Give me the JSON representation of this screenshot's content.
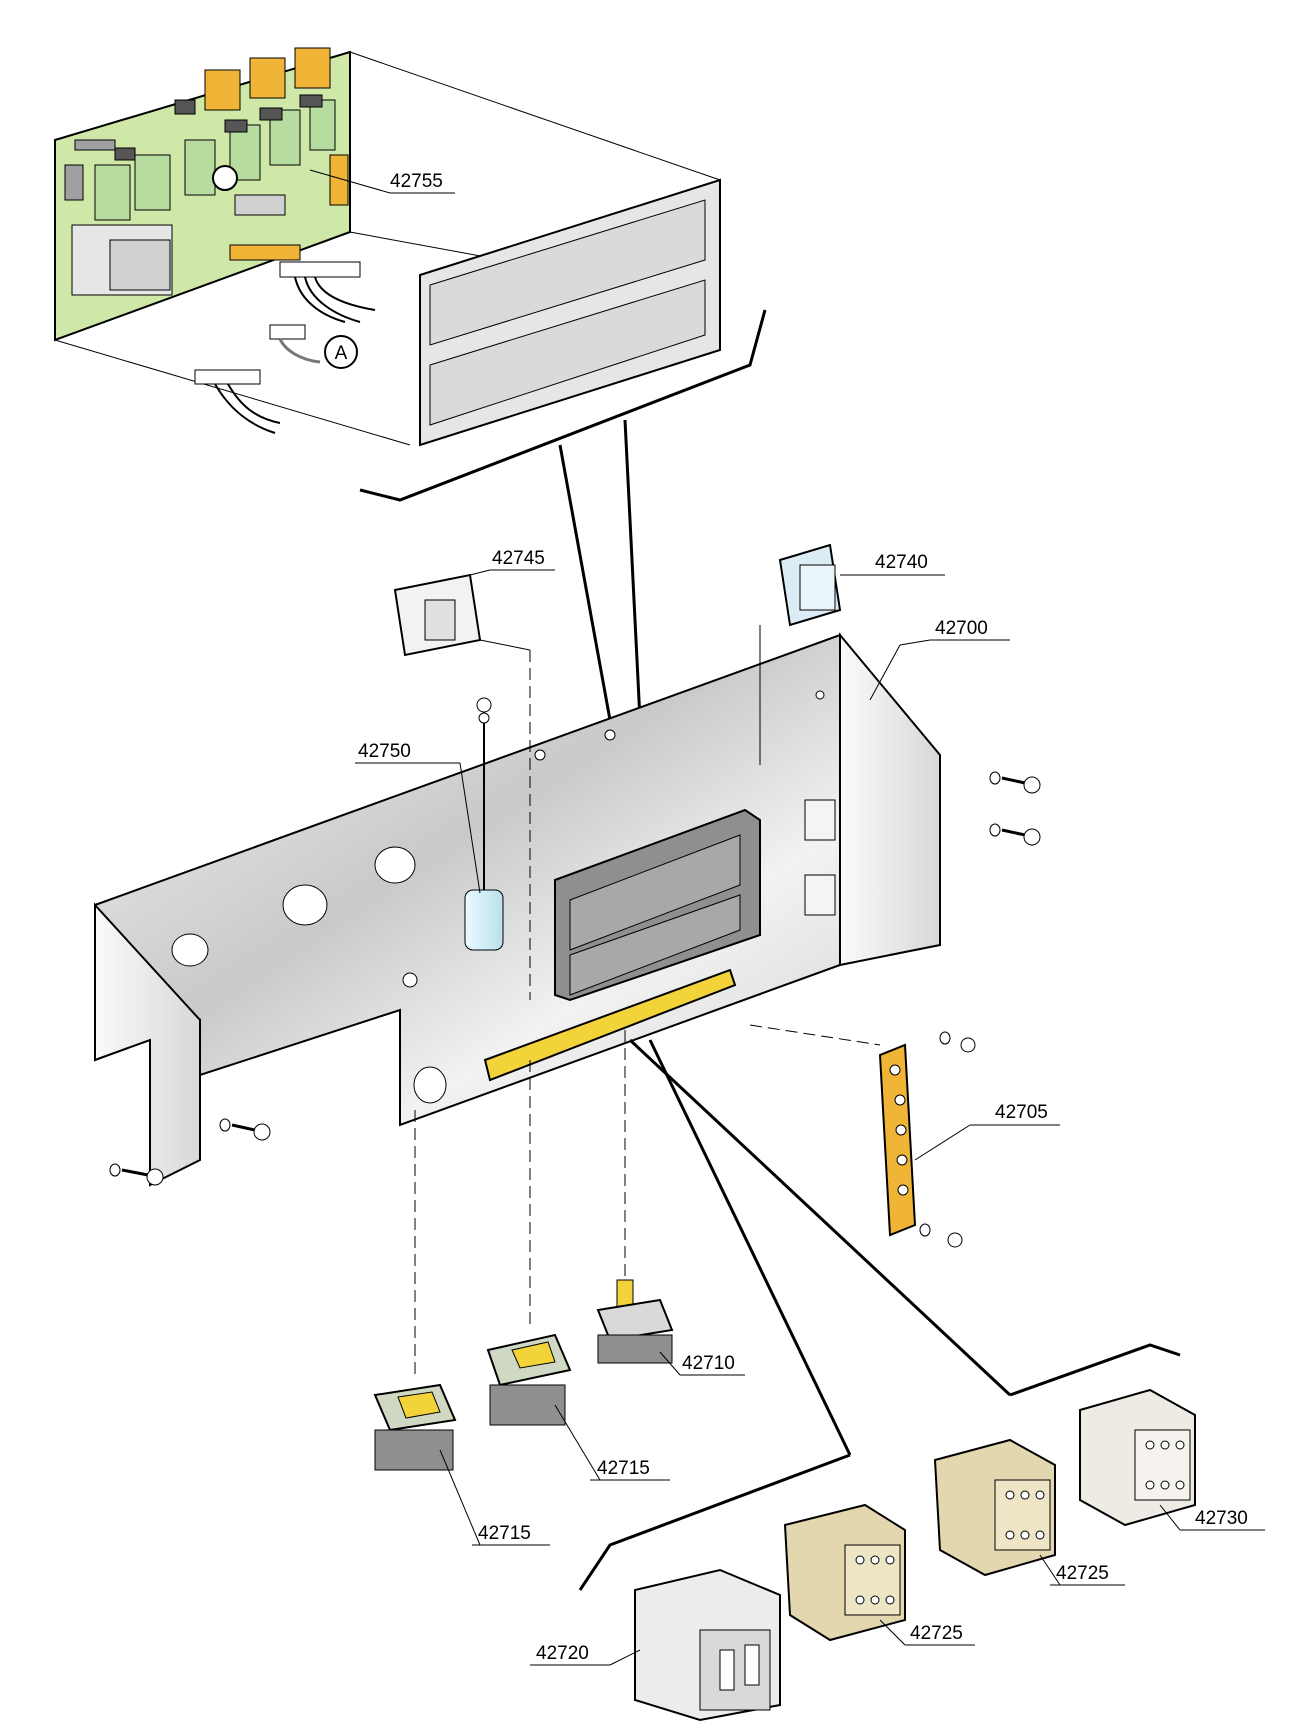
{
  "diagram": {
    "labels": {
      "pcb": "42755",
      "connector_callout": "A",
      "rocker_switch": "42745",
      "relay": "42740",
      "back_panel": "42700",
      "standoff": "42750",
      "terminal_strip": "42705",
      "pushbutton": "42710",
      "selector_switch_center": "42715",
      "selector_switch_left": "42715",
      "contactor_large": "42720",
      "contactor_mid": "42725",
      "contactor_right_beige": "42725",
      "contactor_white": "42730"
    }
  },
  "colors": {
    "line": "#000000",
    "pcb_green": "#cfe8a8",
    "component_green": "#b7dca0",
    "panel_gray": "#e2e2e2",
    "dark_gray": "#8f8f8f",
    "heatsink_gray": "#d9d9d9",
    "rail_yellow": "#f2d33a",
    "strip_orange": "#f0b437",
    "contactor_beige": "#e3d7b0",
    "contactor_white": "#eeeae4",
    "relay_blue": "#dcecf5",
    "standoff_blue": "#d8f0f5"
  }
}
